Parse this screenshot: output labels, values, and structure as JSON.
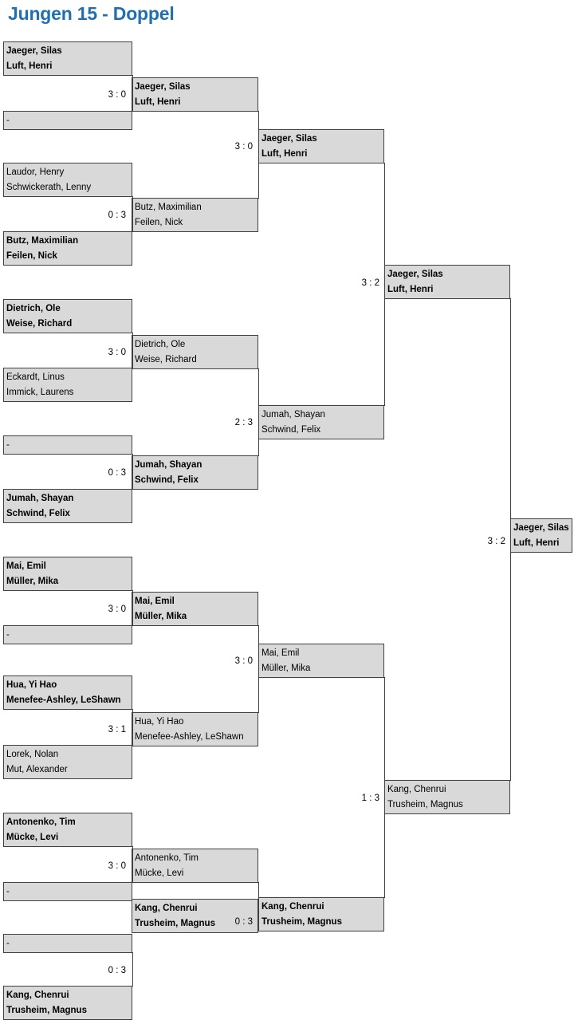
{
  "title": "Jungen 15 - Doppel",
  "colors": {
    "title": "#1f6fb2",
    "slot_fill": "#d9d9d9",
    "slot_border": "#404040",
    "text": "#000000",
    "page_bg": "#ffffff"
  },
  "empty_label": "-",
  "rounds": [
    {
      "name": "round-of-32",
      "slots": [
        {
          "id": "r1s1",
          "lines": [
            "Jaeger, Silas",
            "Luft, Henri"
          ],
          "winner": true
        },
        {
          "id": "r1s2",
          "lines": [
            "-"
          ],
          "winner": false
        },
        {
          "id": "r1s3",
          "lines": [
            "Laudor, Henry",
            "Schwickerath, Lenny"
          ],
          "winner": false
        },
        {
          "id": "r1s4",
          "lines": [
            "Butz, Maximilian",
            "Feilen, Nick"
          ],
          "winner": true
        },
        {
          "id": "r1s5",
          "lines": [
            "Dietrich, Ole",
            "Weise, Richard"
          ],
          "winner": true
        },
        {
          "id": "r1s6",
          "lines": [
            "Eckardt, Linus",
            "Immick, Laurens"
          ],
          "winner": false
        },
        {
          "id": "r1s7",
          "lines": [
            "-"
          ],
          "winner": false
        },
        {
          "id": "r1s8",
          "lines": [
            "Jumah, Shayan",
            "Schwind, Felix"
          ],
          "winner": true
        },
        {
          "id": "r1s9",
          "lines": [
            "Mai, Emil",
            "Müller, Mika"
          ],
          "winner": true
        },
        {
          "id": "r1s10",
          "lines": [
            "-"
          ],
          "winner": false
        },
        {
          "id": "r1s11",
          "lines": [
            "Hua, Yi Hao",
            "Menefee-Ashley, LeShawn"
          ],
          "winner": true
        },
        {
          "id": "r1s12",
          "lines": [
            "Lorek, Nolan",
            "Mut, Alexander"
          ],
          "winner": false
        },
        {
          "id": "r1s13",
          "lines": [
            "Antonenko, Tim",
            "Mücke, Levi"
          ],
          "winner": true
        },
        {
          "id": "r1s14",
          "lines": [
            "-"
          ],
          "winner": false
        },
        {
          "id": "r1s15",
          "lines": [
            "-"
          ],
          "winner": false
        },
        {
          "id": "r1s16",
          "lines": [
            "Kang, Chenrui",
            "Trusheim, Magnus"
          ],
          "winner": true
        }
      ],
      "scores": [
        "3 : 0",
        "0 : 3",
        "3 : 0",
        "0 : 3",
        "3 : 0",
        "3 : 1",
        "3 : 0",
        "0 : 3"
      ]
    },
    {
      "name": "round-of-16",
      "slots": [
        {
          "id": "r2s1",
          "lines": [
            "Jaeger, Silas",
            "Luft, Henri"
          ],
          "winner": true
        },
        {
          "id": "r2s2",
          "lines": [
            "Butz, Maximilian",
            "Feilen, Nick"
          ],
          "winner": false
        },
        {
          "id": "r2s3",
          "lines": [
            "Dietrich, Ole",
            "Weise, Richard"
          ],
          "winner": false
        },
        {
          "id": "r2s4",
          "lines": [
            "Jumah, Shayan",
            "Schwind, Felix"
          ],
          "winner": true
        },
        {
          "id": "r2s5",
          "lines": [
            "Mai, Emil",
            "Müller, Mika"
          ],
          "winner": true
        },
        {
          "id": "r2s6",
          "lines": [
            "Hua, Yi Hao",
            "Menefee-Ashley, LeShawn"
          ],
          "winner": false
        },
        {
          "id": "r2s7",
          "lines": [
            "Antonenko, Tim",
            "Mücke, Levi"
          ],
          "winner": false
        },
        {
          "id": "r2s8",
          "lines": [
            "Kang, Chenrui",
            "Trusheim, Magnus"
          ],
          "winner": true
        }
      ],
      "scores": [
        "3 : 0",
        "2 : 3",
        "3 : 0",
        "0 : 3"
      ]
    },
    {
      "name": "quarterfinal",
      "slots": [
        {
          "id": "r3s1",
          "lines": [
            "Jaeger, Silas",
            "Luft, Henri"
          ],
          "winner": true
        },
        {
          "id": "r3s2",
          "lines": [
            "Jumah, Shayan",
            "Schwind, Felix"
          ],
          "winner": false
        },
        {
          "id": "r3s3",
          "lines": [
            "Mai, Emil",
            "Müller, Mika"
          ],
          "winner": false
        },
        {
          "id": "r3s4",
          "lines": [
            "Kang, Chenrui",
            "Trusheim, Magnus"
          ],
          "winner": true
        }
      ],
      "scores": [
        "3 : 2",
        "1 : 3"
      ]
    },
    {
      "name": "semifinal",
      "slots": [
        {
          "id": "r4s1",
          "lines": [
            "Jaeger, Silas",
            "Luft, Henri"
          ],
          "winner": true
        },
        {
          "id": "r4s2",
          "lines": [
            "Kang, Chenrui",
            "Trusheim, Magnus"
          ],
          "winner": false
        }
      ],
      "scores": [
        "3 : 2"
      ]
    },
    {
      "name": "champion",
      "slots": [
        {
          "id": "r5s1",
          "lines": [
            "Jaeger, Silas",
            "Luft, Henri"
          ],
          "winner": true
        }
      ],
      "scores": []
    }
  ],
  "layout": {
    "slot_x": [
      4,
      165,
      324,
      482,
      640
    ],
    "slot_w": [
      162,
      159,
      158,
      158,
      78
    ],
    "slot_y_r1": [
      52,
      139,
      204,
      290,
      375,
      461,
      546,
      613,
      698,
      784,
      847,
      934,
      1019,
      1106,
      1171,
      1236
    ],
    "slot_y_r2": [
      97,
      248,
      420,
      571,
      742,
      893,
      1064,
      1127
    ],
    "slot_y_r3": [
      162,
      508,
      807,
      1125
    ],
    "slot_y_r4": [
      332,
      978
    ],
    "slot_y_r5": [
      650
    ],
    "score_x": [
      160,
      319,
      478,
      636
    ],
    "score_y_r1": [
      113,
      264,
      436,
      587,
      758,
      909,
      1080,
      1211
    ],
    "score_y_r2": [
      178,
      524,
      823,
      1150
    ],
    "score_y_r3": [
      349,
      995
    ],
    "score_y_r4": [
      673
    ]
  }
}
